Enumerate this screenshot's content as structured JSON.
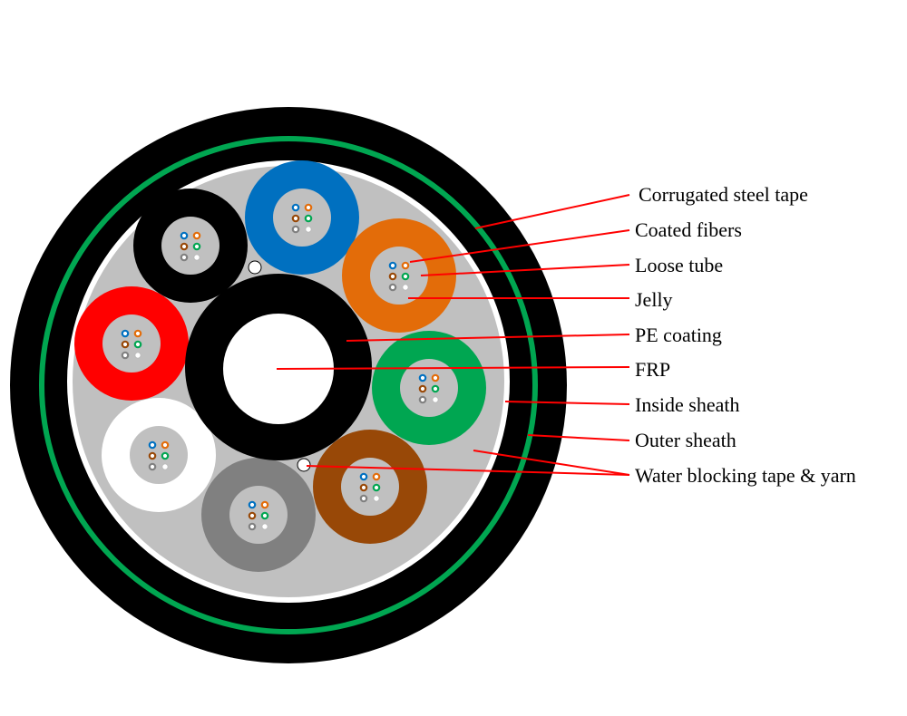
{
  "labels": {
    "corrugated_steel_tape": "Corrugated steel tape",
    "coated_fibers": "Coated fibers",
    "loose_tube": "Loose tube",
    "jelly": "Jelly",
    "pe_coating": "PE coating",
    "frp": "FRP",
    "inside_sheath": "Inside sheath",
    "outer_sheath": "Outer sheath",
    "water_blocking": "Water blocking tape & yarn"
  },
  "colors": {
    "outer_sheath": "#000000",
    "steel_tape": "#00a651",
    "core_fill": "#c0c0c0",
    "pe_coating": "#000000",
    "frp": "#ffffff",
    "leader_line": "#ff0000",
    "jelly": "#c0c0c0"
  },
  "tubes": [
    {
      "name": "blue",
      "color": "#0070c0"
    },
    {
      "name": "orange",
      "color": "#e36c09"
    },
    {
      "name": "green",
      "color": "#00a651"
    },
    {
      "name": "brown",
      "color": "#984807"
    },
    {
      "name": "gray",
      "color": "#808080"
    },
    {
      "name": "white",
      "color": "#ffffff"
    },
    {
      "name": "red",
      "color": "#ff0000"
    },
    {
      "name": "black",
      "color": "#000000"
    }
  ],
  "fiber_colors": [
    "#0070c0",
    "#e36c09",
    "#984807",
    "#00a651",
    "#808080",
    "#ffffff"
  ]
}
